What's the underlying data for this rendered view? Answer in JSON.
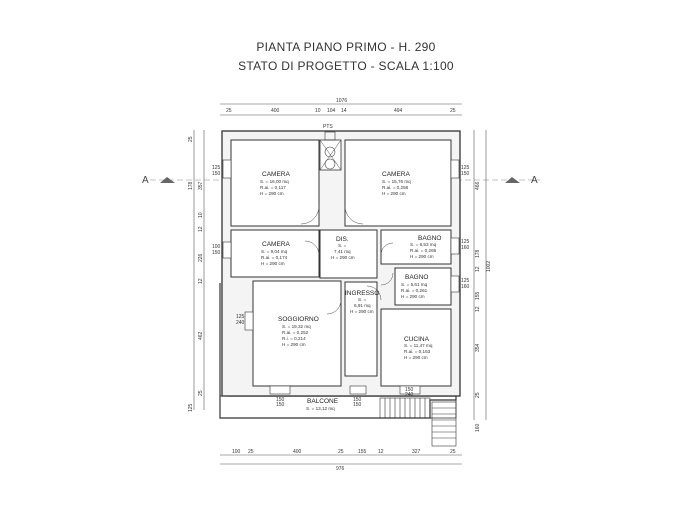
{
  "header": {
    "title": "PIANTA PIANO PRIMO - H. 290",
    "subtitle": "STATO DI PROGETTO - SCALA 1:100"
  },
  "section_marks": {
    "left": "A",
    "right": "A"
  },
  "rooms": [
    {
      "name": "CAMERA",
      "lines": [
        "S. = 16,00 mq",
        "R.ai. = 0,117",
        "H = 290 cm"
      ]
    },
    {
      "name": "CAMERA",
      "lines": [
        "S. = 15,76 mq",
        "R.ai. = 0,256",
        "H = 290 cm"
      ]
    },
    {
      "name": "CAMERA",
      "lines": [
        "S. = 9,04 mq",
        "R.ai. = 0,174",
        "H = 290 cm"
      ]
    },
    {
      "name": "DIS.",
      "lines": [
        "S. =",
        "7,41 mq",
        "H = 290 cm"
      ]
    },
    {
      "name": "BAGNO",
      "lines": [
        "S. = 6,53 mq",
        "R.ai. = 0,266",
        "H = 290 cm"
      ]
    },
    {
      "name": "BAGNO",
      "lines": [
        "S. = 5,61 mq",
        "R.ai. = 0,261",
        "H = 290 cm"
      ]
    },
    {
      "name": "INGRESSO",
      "lines": [
        "S. =",
        "6,91 mq",
        "H = 290 cm"
      ]
    },
    {
      "name": "SOGGIORNO",
      "lines": [
        "S. = 19,32 mq",
        "R.ai. = 0,252",
        "R.i. = 0,214",
        "H = 290 cm"
      ]
    },
    {
      "name": "CUCINA",
      "lines": [
        "S. = 11,47 mq",
        "R.ai. = 0,163",
        "H = 290 cm"
      ]
    },
    {
      "name": "BALCONE",
      "lines": [
        "S. = 13,12 mq"
      ]
    }
  ],
  "top_dims": {
    "total": "1076",
    "parts": [
      "25",
      "400",
      "10",
      "104",
      "14",
      "494",
      "25"
    ]
  },
  "bottom_dims": {
    "total": "976",
    "parts": [
      "100",
      "25",
      "400",
      "25",
      "155",
      "12",
      "327",
      "25"
    ]
  },
  "left_dims": [
    "25",
    "357",
    "10",
    "178",
    "12",
    "226",
    "12",
    "462",
    "25",
    "125"
  ],
  "right_dims": [
    "1002",
    "466",
    "178",
    "12",
    "155",
    "12",
    "354",
    "25",
    "160"
  ],
  "window_labels": [
    "125",
    "150",
    "125",
    "150",
    "100",
    "150",
    "125",
    "160",
    "125",
    "160",
    "125",
    "240",
    "150",
    "150",
    "150",
    "150",
    "150",
    "240"
  ],
  "shaft_label": "PTS"
}
